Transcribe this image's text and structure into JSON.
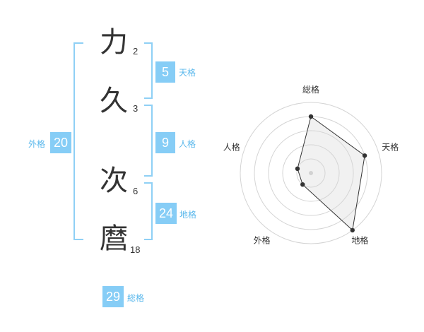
{
  "name": {
    "characters": [
      {
        "char": "力",
        "strokes": "2"
      },
      {
        "char": "久",
        "strokes": "3"
      },
      {
        "char": "次",
        "strokes": "6"
      },
      {
        "char": "麿",
        "strokes": "18"
      }
    ]
  },
  "scores": {
    "tenkaku": {
      "value": "5",
      "label": "天格"
    },
    "jinkaku": {
      "value": "9",
      "label": "人格"
    },
    "chikaku": {
      "value": "24",
      "label": "地格"
    },
    "gaikaku": {
      "value": "20",
      "label": "外格"
    },
    "soukaku": {
      "value": "29",
      "label": "総格"
    }
  },
  "colors": {
    "accent": "#86cdf6",
    "bracket": "#8fd0f5",
    "label_text": "#5bb8ec",
    "kanji_text": "#333333"
  },
  "chart_data": {
    "type": "radar",
    "axes": [
      "総格",
      "天格",
      "地格",
      "外格",
      "人格"
    ],
    "range": [
      0,
      5
    ],
    "rings": 5,
    "values": [
      4,
      4,
      5,
      1,
      1
    ]
  }
}
